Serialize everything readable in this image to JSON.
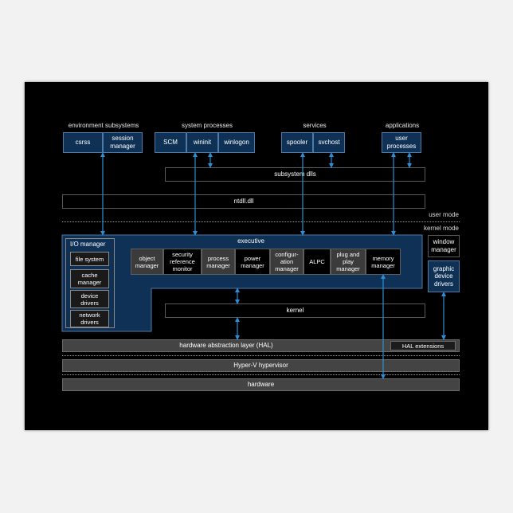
{
  "user_mode": {
    "groups": [
      {
        "header": "environment subsystems",
        "items": [
          "csrss",
          "session\nmanager"
        ]
      },
      {
        "header": "system processes",
        "items": [
          "SCM",
          "wininit",
          "winlogon"
        ]
      },
      {
        "header": "services",
        "items": [
          "spooler",
          "svchost"
        ]
      },
      {
        "header": "applications",
        "items": [
          "user\nprocesses"
        ]
      }
    ],
    "subsystem_dlls": "subsystem dlls",
    "ntdll": "ntdll.dll"
  },
  "mode_labels": {
    "user": "user mode",
    "kernel": "kernel mode"
  },
  "kernel_mode": {
    "io_manager": {
      "title": "I/O manager",
      "items": [
        "file system",
        "cache\nmanager",
        "device\ndrivers",
        "network\ndrivers"
      ]
    },
    "executive": {
      "title": "executive",
      "items": [
        "object\nmanager",
        "security\nreference\nmonitor",
        "process\nmanager",
        "power\nmanager",
        "configur-\nation\nmanager",
        "ALPC",
        "plug and\nplay\nmanager",
        "memory\nmanager"
      ]
    },
    "kernel": "kernel",
    "window_manager": "window\nmanager",
    "graphic_device_drivers": "graphic\ndevice\ndrivers"
  },
  "hal": "hardware abstraction layer (HAL)",
  "hal_extensions": "HAL extensions",
  "hypervisor": "Hyper-V hypervisor",
  "hardware": "hardware",
  "colors": {
    "arrow": "#2a8fd6",
    "blue_box": "#0f3155",
    "background": "#000000"
  }
}
